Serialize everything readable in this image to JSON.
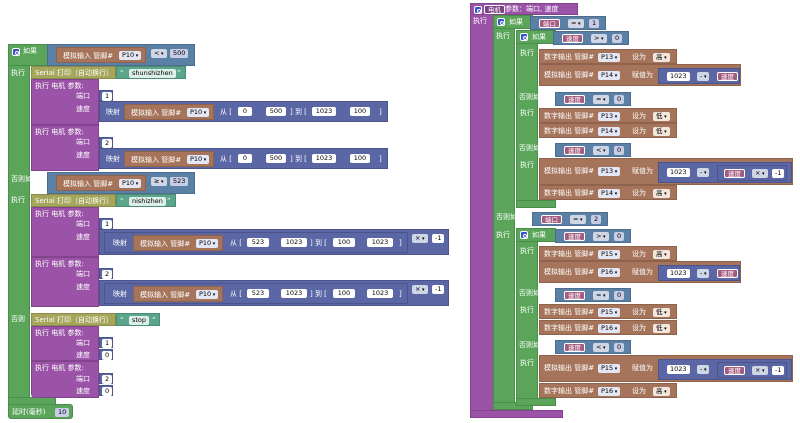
{
  "labels": {
    "if": "如果",
    "do": "执行",
    "else_if": "否则如果",
    "else": "否则",
    "serial_print": "Serial 打印（自动换行）",
    "motor_call": "执行  电机  参数:",
    "port": "端口",
    "speed": "速度",
    "map": "映射",
    "analog_read": "模拟输入 管脚#",
    "from": "从 [",
    "to": "] 到 [",
    "close": "]",
    "comma": ",",
    "delay": "延时(毫秒)",
    "digital_write": "数字输出 管脚#",
    "analog_write": "模拟输出 管脚#",
    "set_to": "设为",
    "assign": "赋值为",
    "func_def_params": "参数：端口, 速度",
    "func_name": "电机",
    "quote_open": "“",
    "quote_close": "”"
  },
  "left_program": {
    "if1": {
      "pin": "P10",
      "op": "<",
      "value": "500"
    },
    "print1": "shunshizhen",
    "if1_motor1": {
      "port": "1",
      "map": {
        "pin": "P10",
        "from_low": "0",
        "from_high": "500",
        "to_low": "1023",
        "to_high": "100"
      }
    },
    "if1_motor2": {
      "port": "2",
      "map": {
        "pin": "P10",
        "from_low": "0",
        "from_high": "500",
        "to_low": "1023",
        "to_high": "100"
      }
    },
    "elif": {
      "pin": "P10",
      "op": "≥",
      "value": "523"
    },
    "print2": "nishizhen",
    "elif_motor1": {
      "port": "1",
      "map": {
        "pin": "P10",
        "from_low": "523",
        "from_high": "1023",
        "to_low": "100",
        "to_high": "1023"
      },
      "mult_op": "×",
      "mult": "-1"
    },
    "elif_motor2": {
      "port": "2",
      "map": {
        "pin": "P10",
        "from_low": "523",
        "from_high": "1023",
        "to_low": "100",
        "to_high": "1023"
      },
      "mult_op": "×",
      "mult": "-1"
    },
    "print3": "stop",
    "else_motor1": {
      "port": "1",
      "speed": "0"
    },
    "else_motor2": {
      "port": "2",
      "speed": "0"
    },
    "delay_ms": "10"
  },
  "right_program": {
    "var_port": "端口",
    "var_speed": "速度",
    "if_port1": {
      "op": "=",
      "value": "1"
    },
    "p1_gt": {
      "op": ">",
      "value": "0",
      "dw1": {
        "pin": "P13",
        "level": "高"
      },
      "aw1": {
        "pin": "P14",
        "expr_a": "1023",
        "op": "-"
      }
    },
    "p1_eq": {
      "op": "=",
      "value": "0",
      "dw1": {
        "pin": "P13",
        "level": "低"
      },
      "dw2": {
        "pin": "P14",
        "level": "低"
      }
    },
    "p1_lt": {
      "op": "<",
      "value": "0",
      "aw1": {
        "pin": "P13",
        "expr_a": "1023",
        "op": "-",
        "mult_op": "×",
        "mult": "-1"
      },
      "dw2": {
        "pin": "P14",
        "level": "高"
      }
    },
    "if_port2": {
      "op": "=",
      "value": "2"
    },
    "p2_gt": {
      "op": ">",
      "value": "0",
      "dw1": {
        "pin": "P15",
        "level": "高"
      },
      "aw1": {
        "pin": "P16",
        "expr_a": "1023",
        "op": "-"
      }
    },
    "p2_eq": {
      "op": "=",
      "value": "0",
      "dw1": {
        "pin": "P15",
        "level": "低"
      },
      "dw2": {
        "pin": "P16",
        "level": "低"
      }
    },
    "p2_lt": {
      "op": "<",
      "value": "0",
      "aw1": {
        "pin": "P15",
        "expr_a": "1023",
        "op": "-",
        "mult_op": "×",
        "mult": "-1"
      },
      "dw2": {
        "pin": "P16",
        "level": "高"
      }
    }
  }
}
